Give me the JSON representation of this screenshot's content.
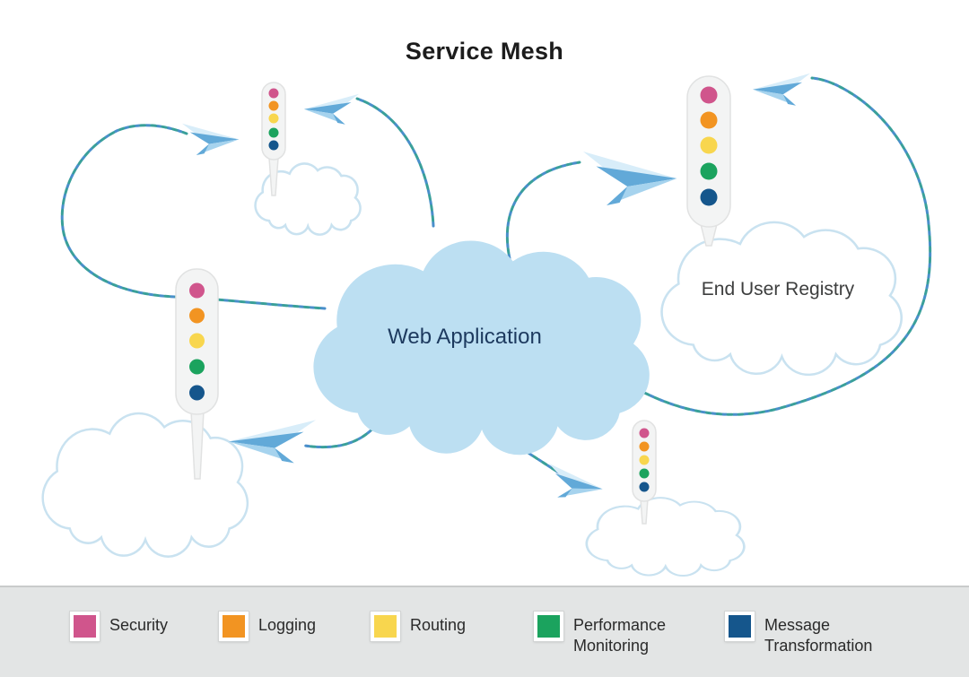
{
  "title": "Service Mesh",
  "clouds": {
    "web_application": {
      "label": "Web Application"
    },
    "end_user_registry": {
      "label": "End User Registry"
    }
  },
  "legend": {
    "items": [
      {
        "id": "security",
        "label": "Security",
        "color": "#d0558c"
      },
      {
        "id": "logging",
        "label": "Logging",
        "color": "#f29422"
      },
      {
        "id": "routing",
        "label": "Routing",
        "color": "#f8d64e"
      },
      {
        "id": "performance_monitoring",
        "label": "Performance Monitoring",
        "color": "#1ba35e"
      },
      {
        "id": "message_transformation",
        "label": "Message Transformation",
        "color": "#15568c"
      }
    ]
  },
  "pillars": {
    "count": 4,
    "dot_order": [
      "security",
      "logging",
      "routing",
      "performance_monitoring",
      "message_transformation"
    ]
  },
  "icons": {
    "paper_plane": "paper-plane",
    "service_proxy": "traffic-light-pillar",
    "cloud": "cloud"
  },
  "colors": {
    "security": "#d0558c",
    "logging": "#f29422",
    "routing": "#f8d64e",
    "performance": "#1ba35e",
    "message": "#15568c",
    "dash_blue": "#4a8fcb",
    "dash_teal": "#3aa09a",
    "cloud_fill": "#bcdff2",
    "cloud_outline": "#c9e2f0",
    "legend_bg": "#e3e5e5",
    "plane_light": "#d8edf9",
    "plane_mid": "#a6d3ee",
    "plane_dark": "#62a9d8"
  }
}
